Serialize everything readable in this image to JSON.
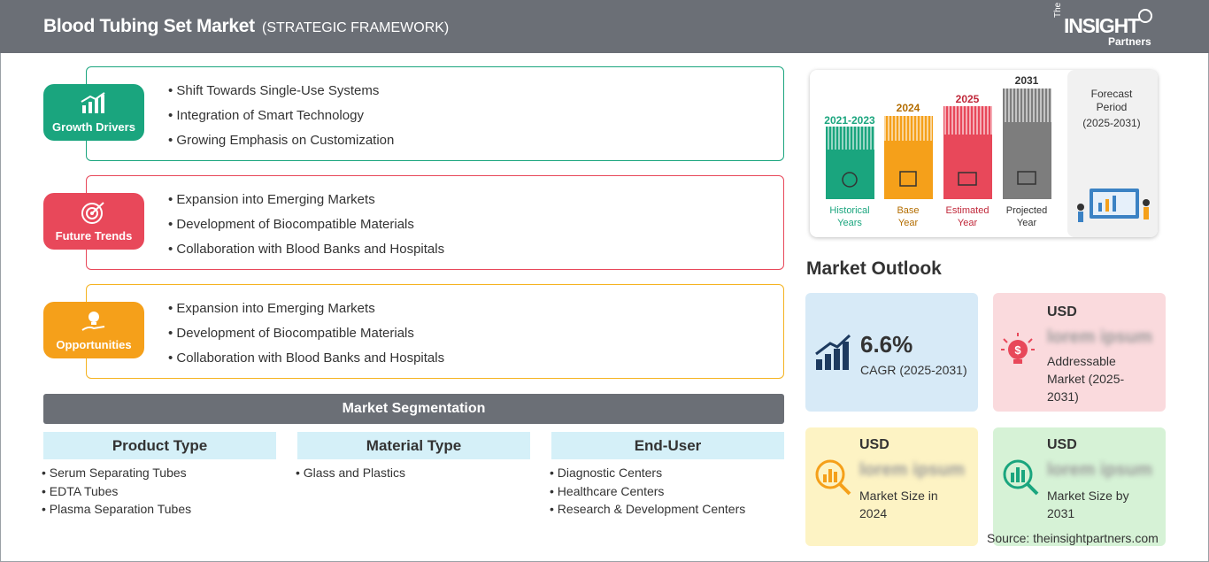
{
  "header": {
    "title": "Blood Tubing Set Market",
    "subtitle": "(STRATEGIC FRAMEWORK)"
  },
  "logo": {
    "the": "The",
    "insight": "INSIGHT",
    "partners": "Partners"
  },
  "factors": [
    {
      "label": "Growth Drivers",
      "color": "#1aa57e",
      "icon": "growth-chart-icon",
      "items": [
        "Shift Towards Single-Use Systems",
        "Integration of Smart Technology",
        "Growing Emphasis on Customization"
      ]
    },
    {
      "label": "Future Trends",
      "color": "#e8485a",
      "icon": "target-icon",
      "items": [
        "Expansion into Emerging Markets",
        "Development of Biocompatible Materials",
        "Collaboration with Blood Banks and Hospitals"
      ]
    },
    {
      "label": "Opportunities",
      "color": "#f5a01a",
      "icon": "lightbulb-hand-icon",
      "items": [
        "Expansion into Emerging Markets",
        "Development of Biocompatible Materials",
        "Collaboration with Blood Banks and Hospitals"
      ]
    }
  ],
  "segmentation": {
    "title": "Market Segmentation",
    "columns": [
      {
        "title": "Product Type",
        "items": [
          "Serum Separating Tubes",
          "EDTA Tubes",
          "Plasma Separation Tubes"
        ]
      },
      {
        "title": "Material Type",
        "items": [
          "Glass and Plastics"
        ]
      },
      {
        "title": "End-User",
        "items": [
          "Diagnostic Centers",
          "Healthcare Centers",
          "Research & Development Centers"
        ]
      }
    ]
  },
  "timeline": {
    "bars": [
      {
        "year": "2021-2023",
        "label1": "Historical",
        "label2": "Years",
        "color": "#1aa57e",
        "icon": "history-icon"
      },
      {
        "year": "2024",
        "label1": "Base",
        "label2": "Year",
        "color": "#f5a01a",
        "icon": "calendar-icon"
      },
      {
        "year": "2025",
        "label1": "Estimated",
        "label2": "Year",
        "color": "#e8485a",
        "icon": "estimate-icon"
      },
      {
        "year": "2031",
        "label1": "Projected",
        "label2": "Year",
        "color": "#7d7d7d",
        "icon": "presentation-icon"
      }
    ],
    "forecast": {
      "line1": "Forecast",
      "line2": "Period",
      "line3": "(2025-2031)"
    }
  },
  "outlook": {
    "title": "Market Outlook",
    "cagr": {
      "value": "6.6%",
      "label": "CAGR (2025-2031)",
      "color": "#d7eaf7"
    },
    "addressable": {
      "currency": "USD",
      "value": "lorem ipsum",
      "line1": "Addressable",
      "line2": "Market (2025-",
      "line3": "2031)",
      "color": "#fadadd"
    },
    "size2024": {
      "currency": "USD",
      "value": "lorem ipsum",
      "line1": "Market Size in",
      "line2": "2024",
      "color": "#fdf3c4"
    },
    "size2031": {
      "currency": "USD",
      "value": "lorem ipsum",
      "line1": "Market Size by",
      "line2": "2031",
      "color": "#d6f2d6"
    }
  },
  "source": "Source: theinsightpartners.com"
}
